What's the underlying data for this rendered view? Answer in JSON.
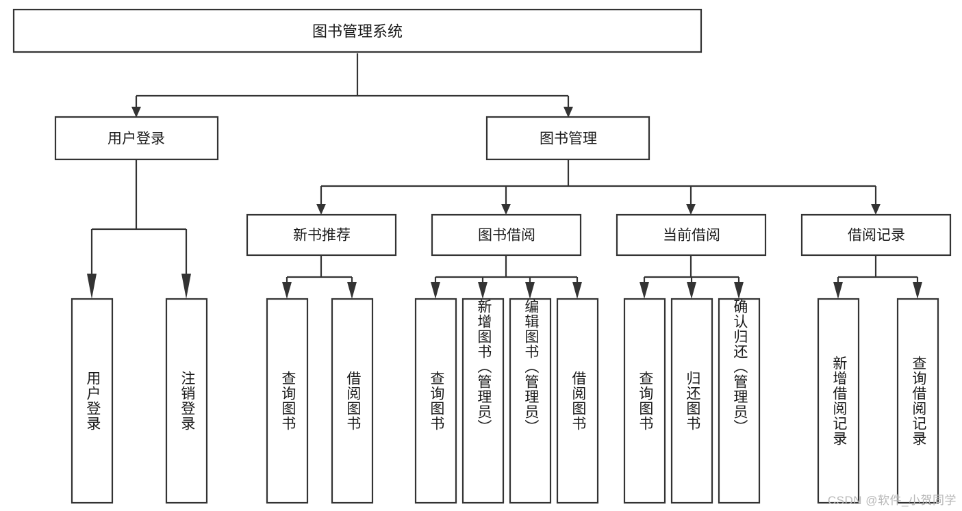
{
  "diagram": {
    "type": "tree",
    "title": "图书管理系统",
    "root": {
      "id": "root",
      "label": "图书管理系统",
      "orientation": "horizontal"
    },
    "level2": [
      {
        "id": "user-login",
        "label": "用户登录",
        "orientation": "horizontal"
      },
      {
        "id": "book-manage",
        "label": "图书管理",
        "orientation": "horizontal"
      }
    ],
    "level3": [
      {
        "id": "new-book-recommend",
        "label": "新书推荐",
        "orientation": "horizontal"
      },
      {
        "id": "book-borrow",
        "label": "图书借阅",
        "orientation": "horizontal"
      },
      {
        "id": "current-borrow",
        "label": "当前借阅",
        "orientation": "horizontal"
      },
      {
        "id": "borrow-record",
        "label": "借阅记录",
        "orientation": "horizontal"
      }
    ],
    "leaves": {
      "user-login": [
        {
          "id": "leaf-user-login",
          "label": "用户登录",
          "orientation": "vertical"
        },
        {
          "id": "leaf-logout",
          "label": "注销登录",
          "orientation": "vertical"
        }
      ],
      "new-book-recommend": [
        {
          "id": "leaf-query-book-1",
          "label": "查询图书",
          "orientation": "vertical"
        },
        {
          "id": "leaf-borrow-book-1",
          "label": "借阅图书",
          "orientation": "vertical"
        }
      ],
      "book-borrow": [
        {
          "id": "leaf-query-book-2",
          "label": "查询图书",
          "orientation": "vertical"
        },
        {
          "id": "leaf-add-book",
          "label": "新增图书（管理员）",
          "orientation": "vertical"
        },
        {
          "id": "leaf-edit-book",
          "label": "编辑图书（管理员）",
          "orientation": "vertical"
        },
        {
          "id": "leaf-borrow-book-2",
          "label": "借阅图书",
          "orientation": "vertical"
        }
      ],
      "current-borrow": [
        {
          "id": "leaf-query-book-3",
          "label": "查询图书",
          "orientation": "vertical"
        },
        {
          "id": "leaf-return-book",
          "label": "归还图书",
          "orientation": "vertical"
        },
        {
          "id": "leaf-confirm-return",
          "label": "确认归还（管理员）",
          "orientation": "vertical"
        }
      ],
      "borrow-record": [
        {
          "id": "leaf-add-record",
          "label": "新增借阅记录",
          "orientation": "vertical"
        },
        {
          "id": "leaf-query-record",
          "label": "查询借阅记录",
          "orientation": "vertical"
        }
      ]
    },
    "colors": {
      "stroke": "#333333",
      "fill": "#ffffff",
      "text": "#1a1a1a",
      "watermark": "#b8b8b8",
      "background": "#ffffff"
    }
  },
  "watermark": {
    "text": "CSDN @软件_小贺同学"
  }
}
